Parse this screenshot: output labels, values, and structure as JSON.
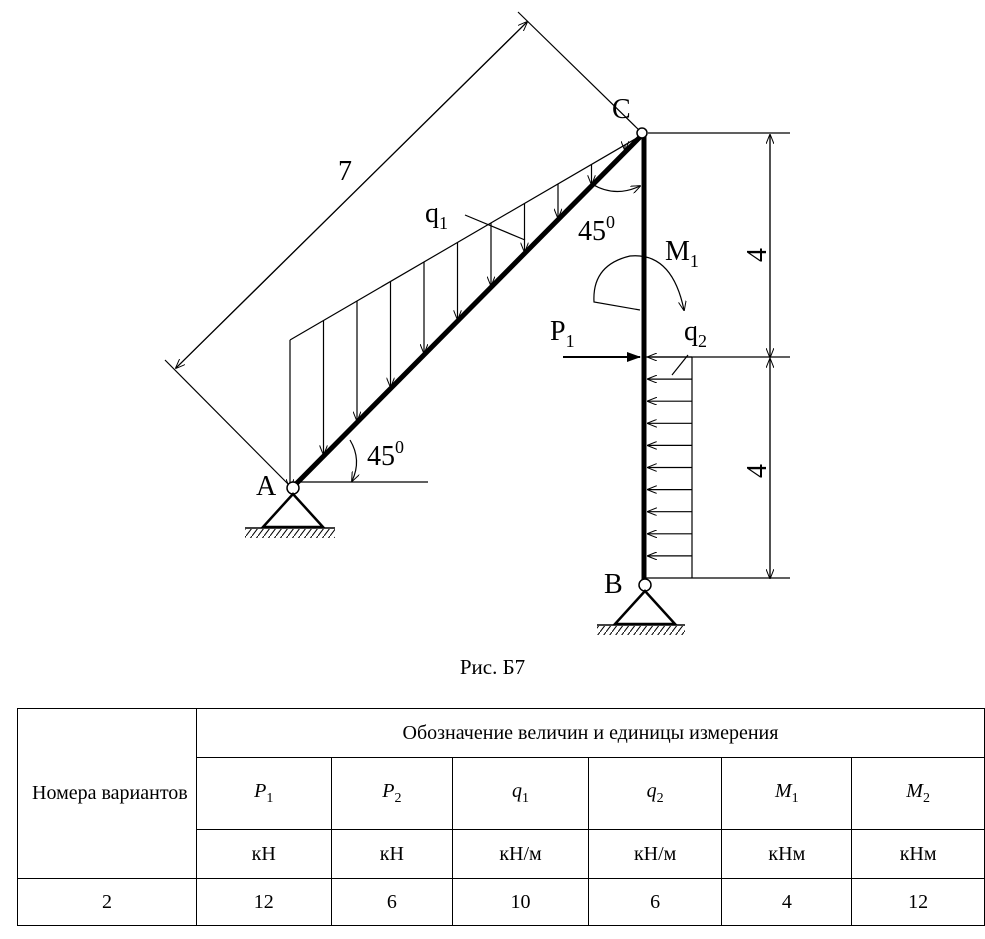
{
  "diagram": {
    "length_label": "7",
    "point_a": "A",
    "point_b": "B",
    "point_c": "C",
    "angle_a": "45",
    "angle_c": "45",
    "degree_mark": "0",
    "q1": {
      "main": "q",
      "sub": "1"
    },
    "q2": {
      "main": "q",
      "sub": "2"
    },
    "p1": {
      "main": "P",
      "sub": "1"
    },
    "m1": {
      "main": "M",
      "sub": "1"
    },
    "dim_upper": "4",
    "dim_lower": "4"
  },
  "caption": "Рис. Б7",
  "table": {
    "row_header": "Номера вариантов",
    "group_header": "Обозначение величин и единицы измерения",
    "columns": [
      {
        "sym": "P",
        "sub": "1",
        "unit": "кН"
      },
      {
        "sym": "P",
        "sub": "2",
        "unit": "кН"
      },
      {
        "sym": "q",
        "sub": "1",
        "unit": "кН/м"
      },
      {
        "sym": "q",
        "sub": "2",
        "unit": "кН/м"
      },
      {
        "sym": "M",
        "sub": "1",
        "unit": "кНм"
      },
      {
        "sym": "M",
        "sub": "2",
        "unit": "кНм"
      }
    ],
    "rows": [
      {
        "variant": "2",
        "values": [
          "12",
          "6",
          "10",
          "6",
          "4",
          "12"
        ]
      }
    ]
  }
}
